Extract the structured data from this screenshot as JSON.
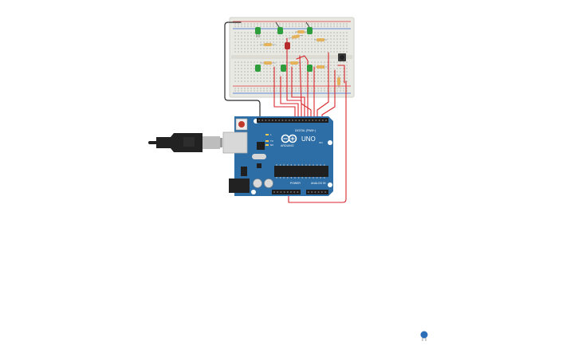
{
  "board": {
    "header_label": "DIGITAL (PWM~)",
    "model_label": "UNO",
    "brand_label": "ARDUINO",
    "power_label": "POWER",
    "analog_label": "ANALOG IN",
    "led_labels": [
      "L",
      "TX",
      "RX"
    ],
    "on_label": "ON"
  },
  "components": {
    "green_leds": 6,
    "red_leds": 1,
    "resistors": 8,
    "pushbuttons": 1,
    "capacitors": 1
  },
  "colors": {
    "board": "#2e6ea6",
    "wire_red": "#d8262c",
    "wire_black": "#2a2a2a",
    "led_green": "#2e9e3c",
    "led_red": "#b52a2a",
    "breadboard": "#e9e9e4",
    "resistor": "#e3b25a",
    "usb": "#222222",
    "capacitor": "#2d6fb6"
  }
}
